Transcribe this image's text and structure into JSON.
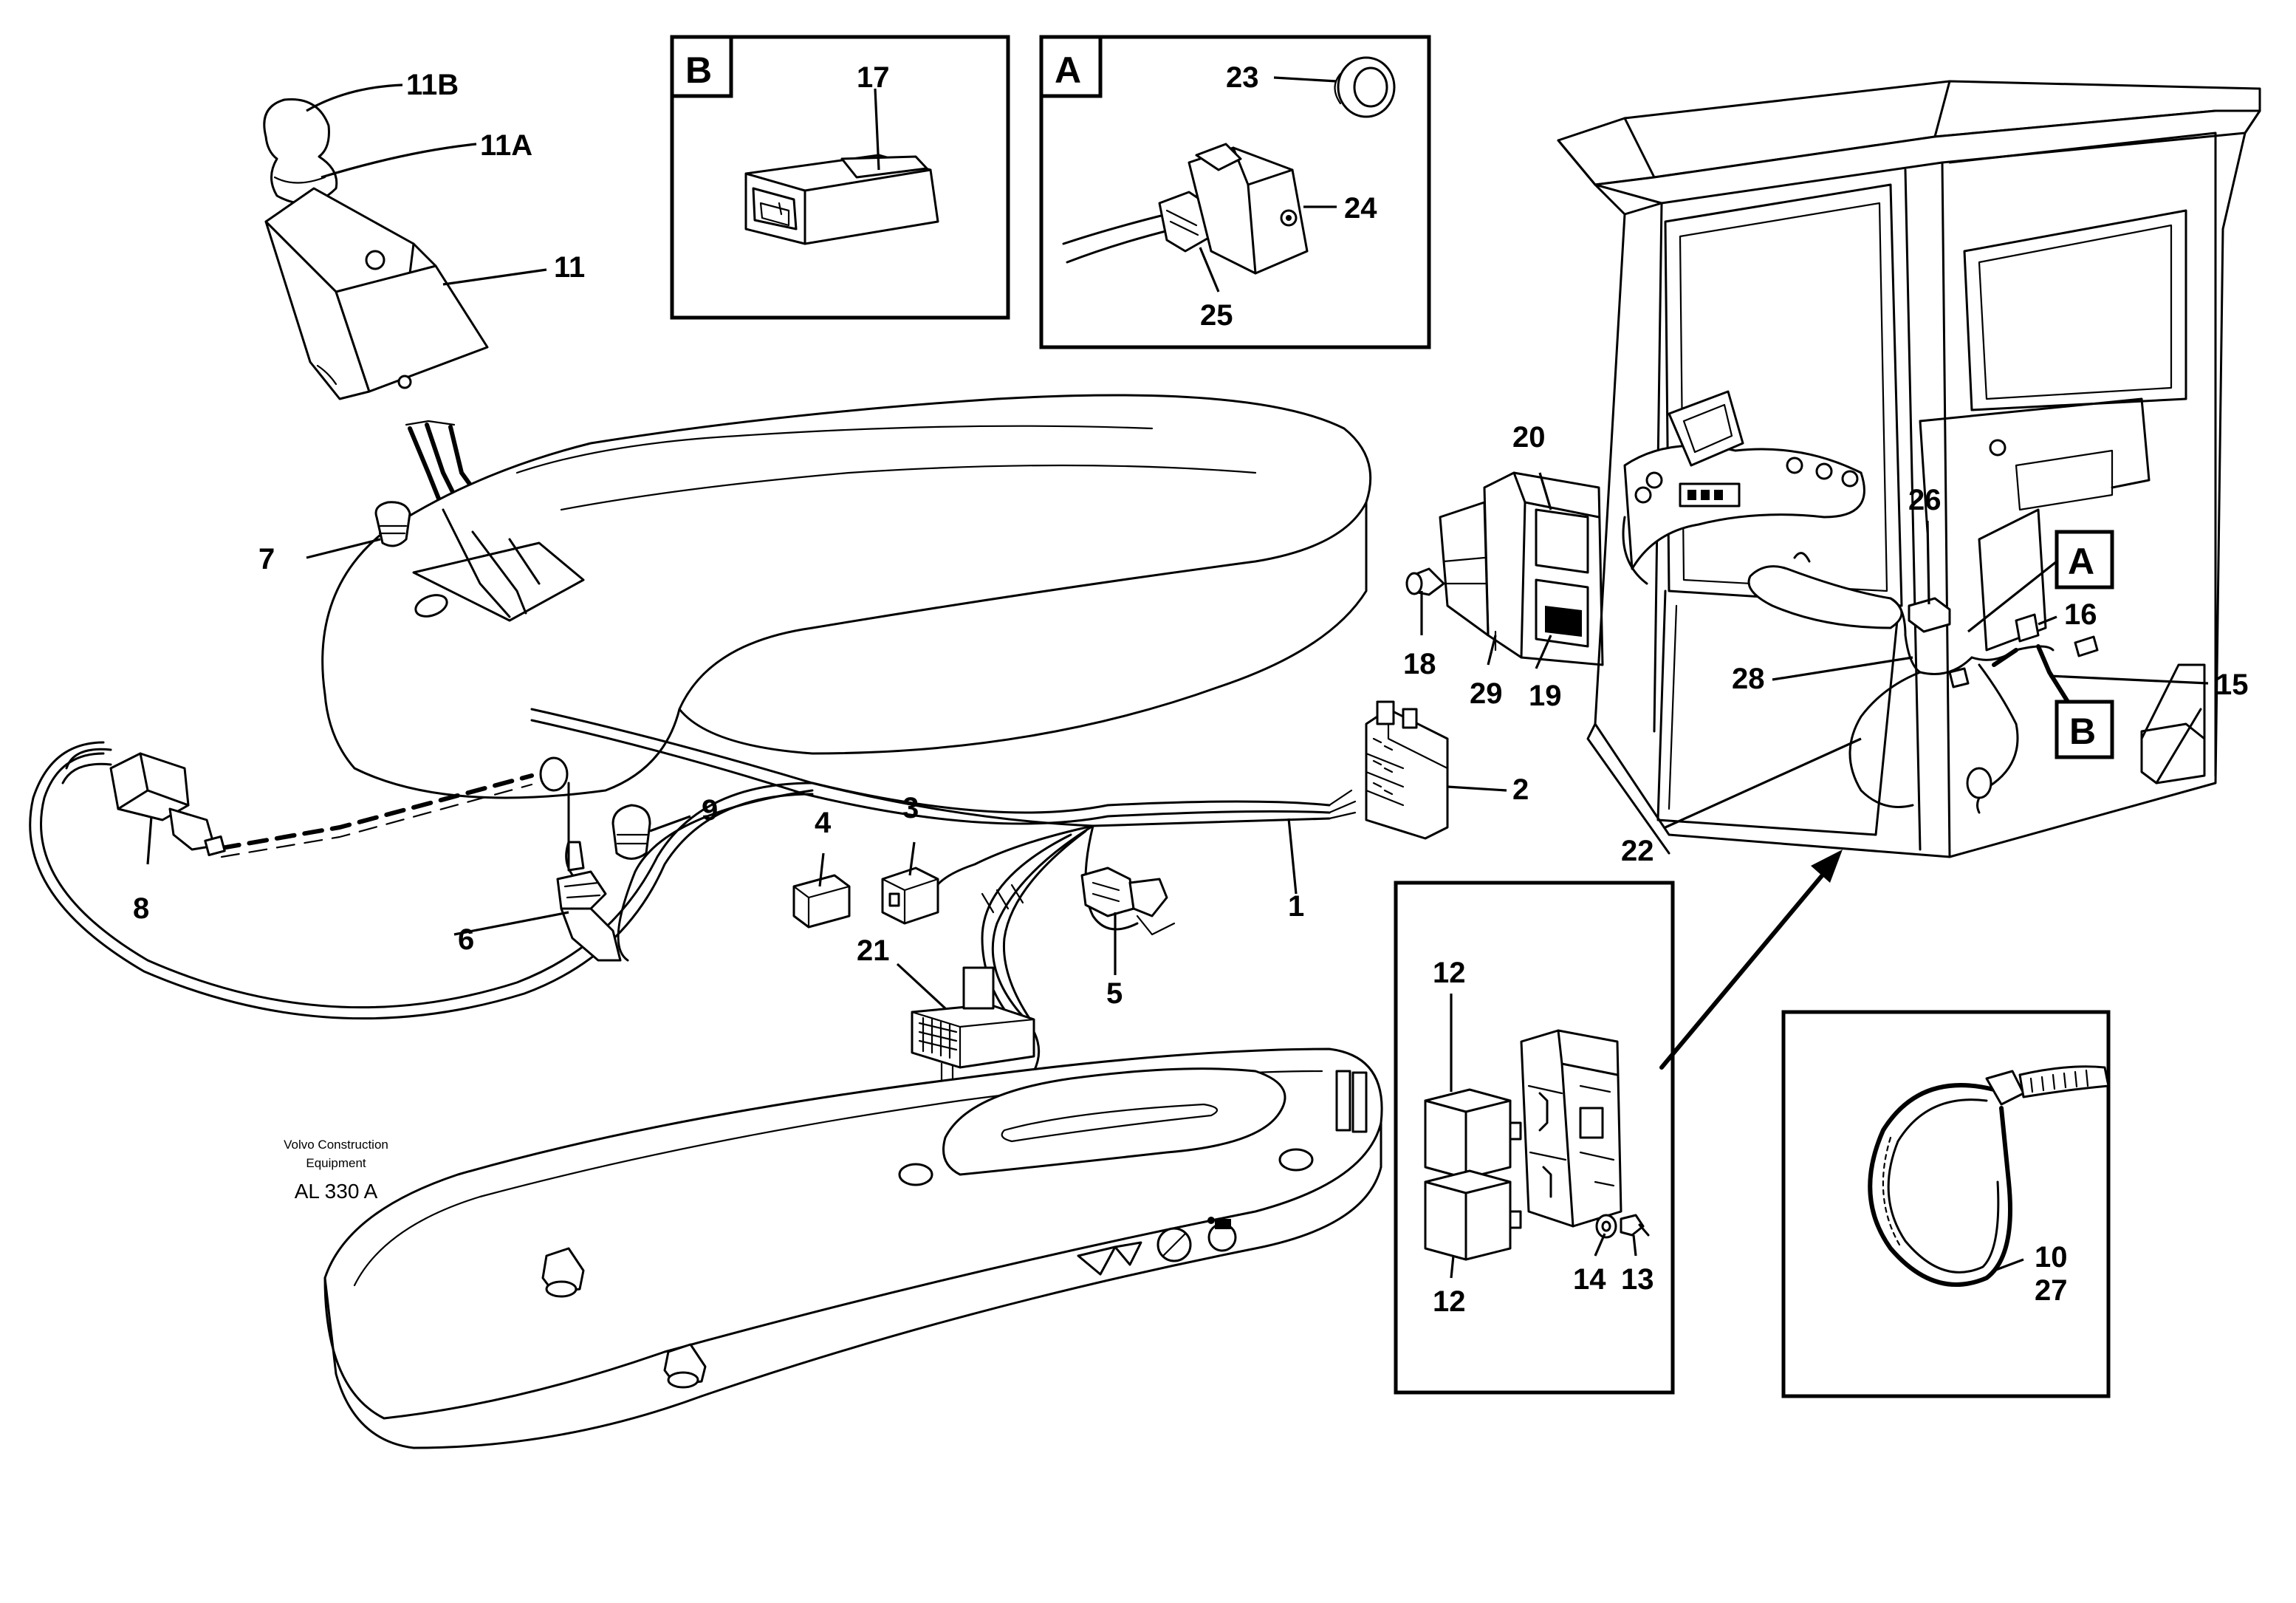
{
  "callouts": {
    "c11B": "11B",
    "c11A": "11A",
    "c11": "11",
    "c7": "7",
    "c8": "8",
    "c9": "9",
    "c6": "6",
    "c4": "4",
    "c3": "3",
    "c21": "21",
    "c5": "5",
    "c1": "1",
    "c2": "2",
    "c20": "20",
    "c18": "18",
    "c29": "29",
    "c19": "19",
    "c26": "26",
    "c16": "16",
    "c28": "28",
    "c15": "15",
    "c22": "22",
    "c17": "17",
    "c23": "23",
    "c24": "24",
    "c25": "25",
    "c12a": "12",
    "c12b": "12",
    "c14": "14",
    "c13": "13",
    "c10": "10",
    "c27": "27"
  },
  "detail_tags": {
    "insetB": "B",
    "insetA": "A",
    "cabA": "A",
    "cabB": "B"
  },
  "credit": {
    "line1": "Volvo Construction",
    "line2": "Equipment",
    "code": "AL 330 A"
  }
}
